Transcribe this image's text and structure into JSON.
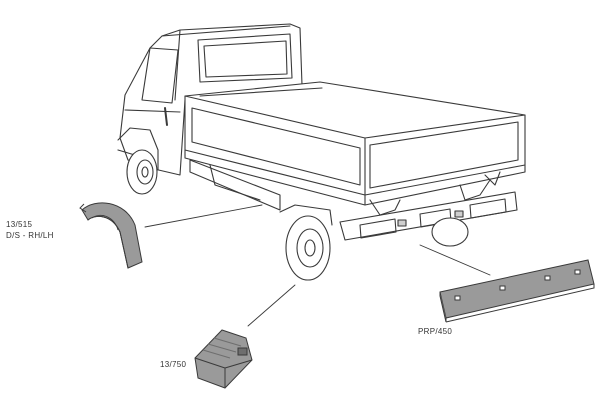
{
  "labels": {
    "wheel_arch_code": "13/515",
    "wheel_arch_side": "D/S - RH/LH",
    "chock_code": "13/750",
    "rear_panel_code": "PRP/450"
  },
  "colors": {
    "line": "#3a3a3a",
    "part_fill": "#9a9a9a",
    "part_dark": "#6e6e6e",
    "background": "#ffffff"
  }
}
